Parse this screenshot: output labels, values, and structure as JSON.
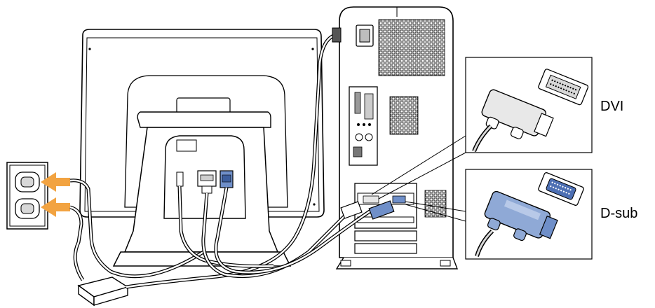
{
  "diagram": {
    "callouts": [
      {
        "id": "dvi",
        "label": "DVI",
        "connector_color": "#e8e8e8"
      },
      {
        "id": "dsub",
        "label": "D-sub",
        "connector_color": "#8fa9d6"
      }
    ],
    "colors": {
      "line": "#000000",
      "monitor_body": "#ffffff",
      "tower_body": "#ffffff",
      "arrow": "#f2a341",
      "blue_connector": "#6f8fc9",
      "grey_cable": "#d9d9d9"
    }
  }
}
